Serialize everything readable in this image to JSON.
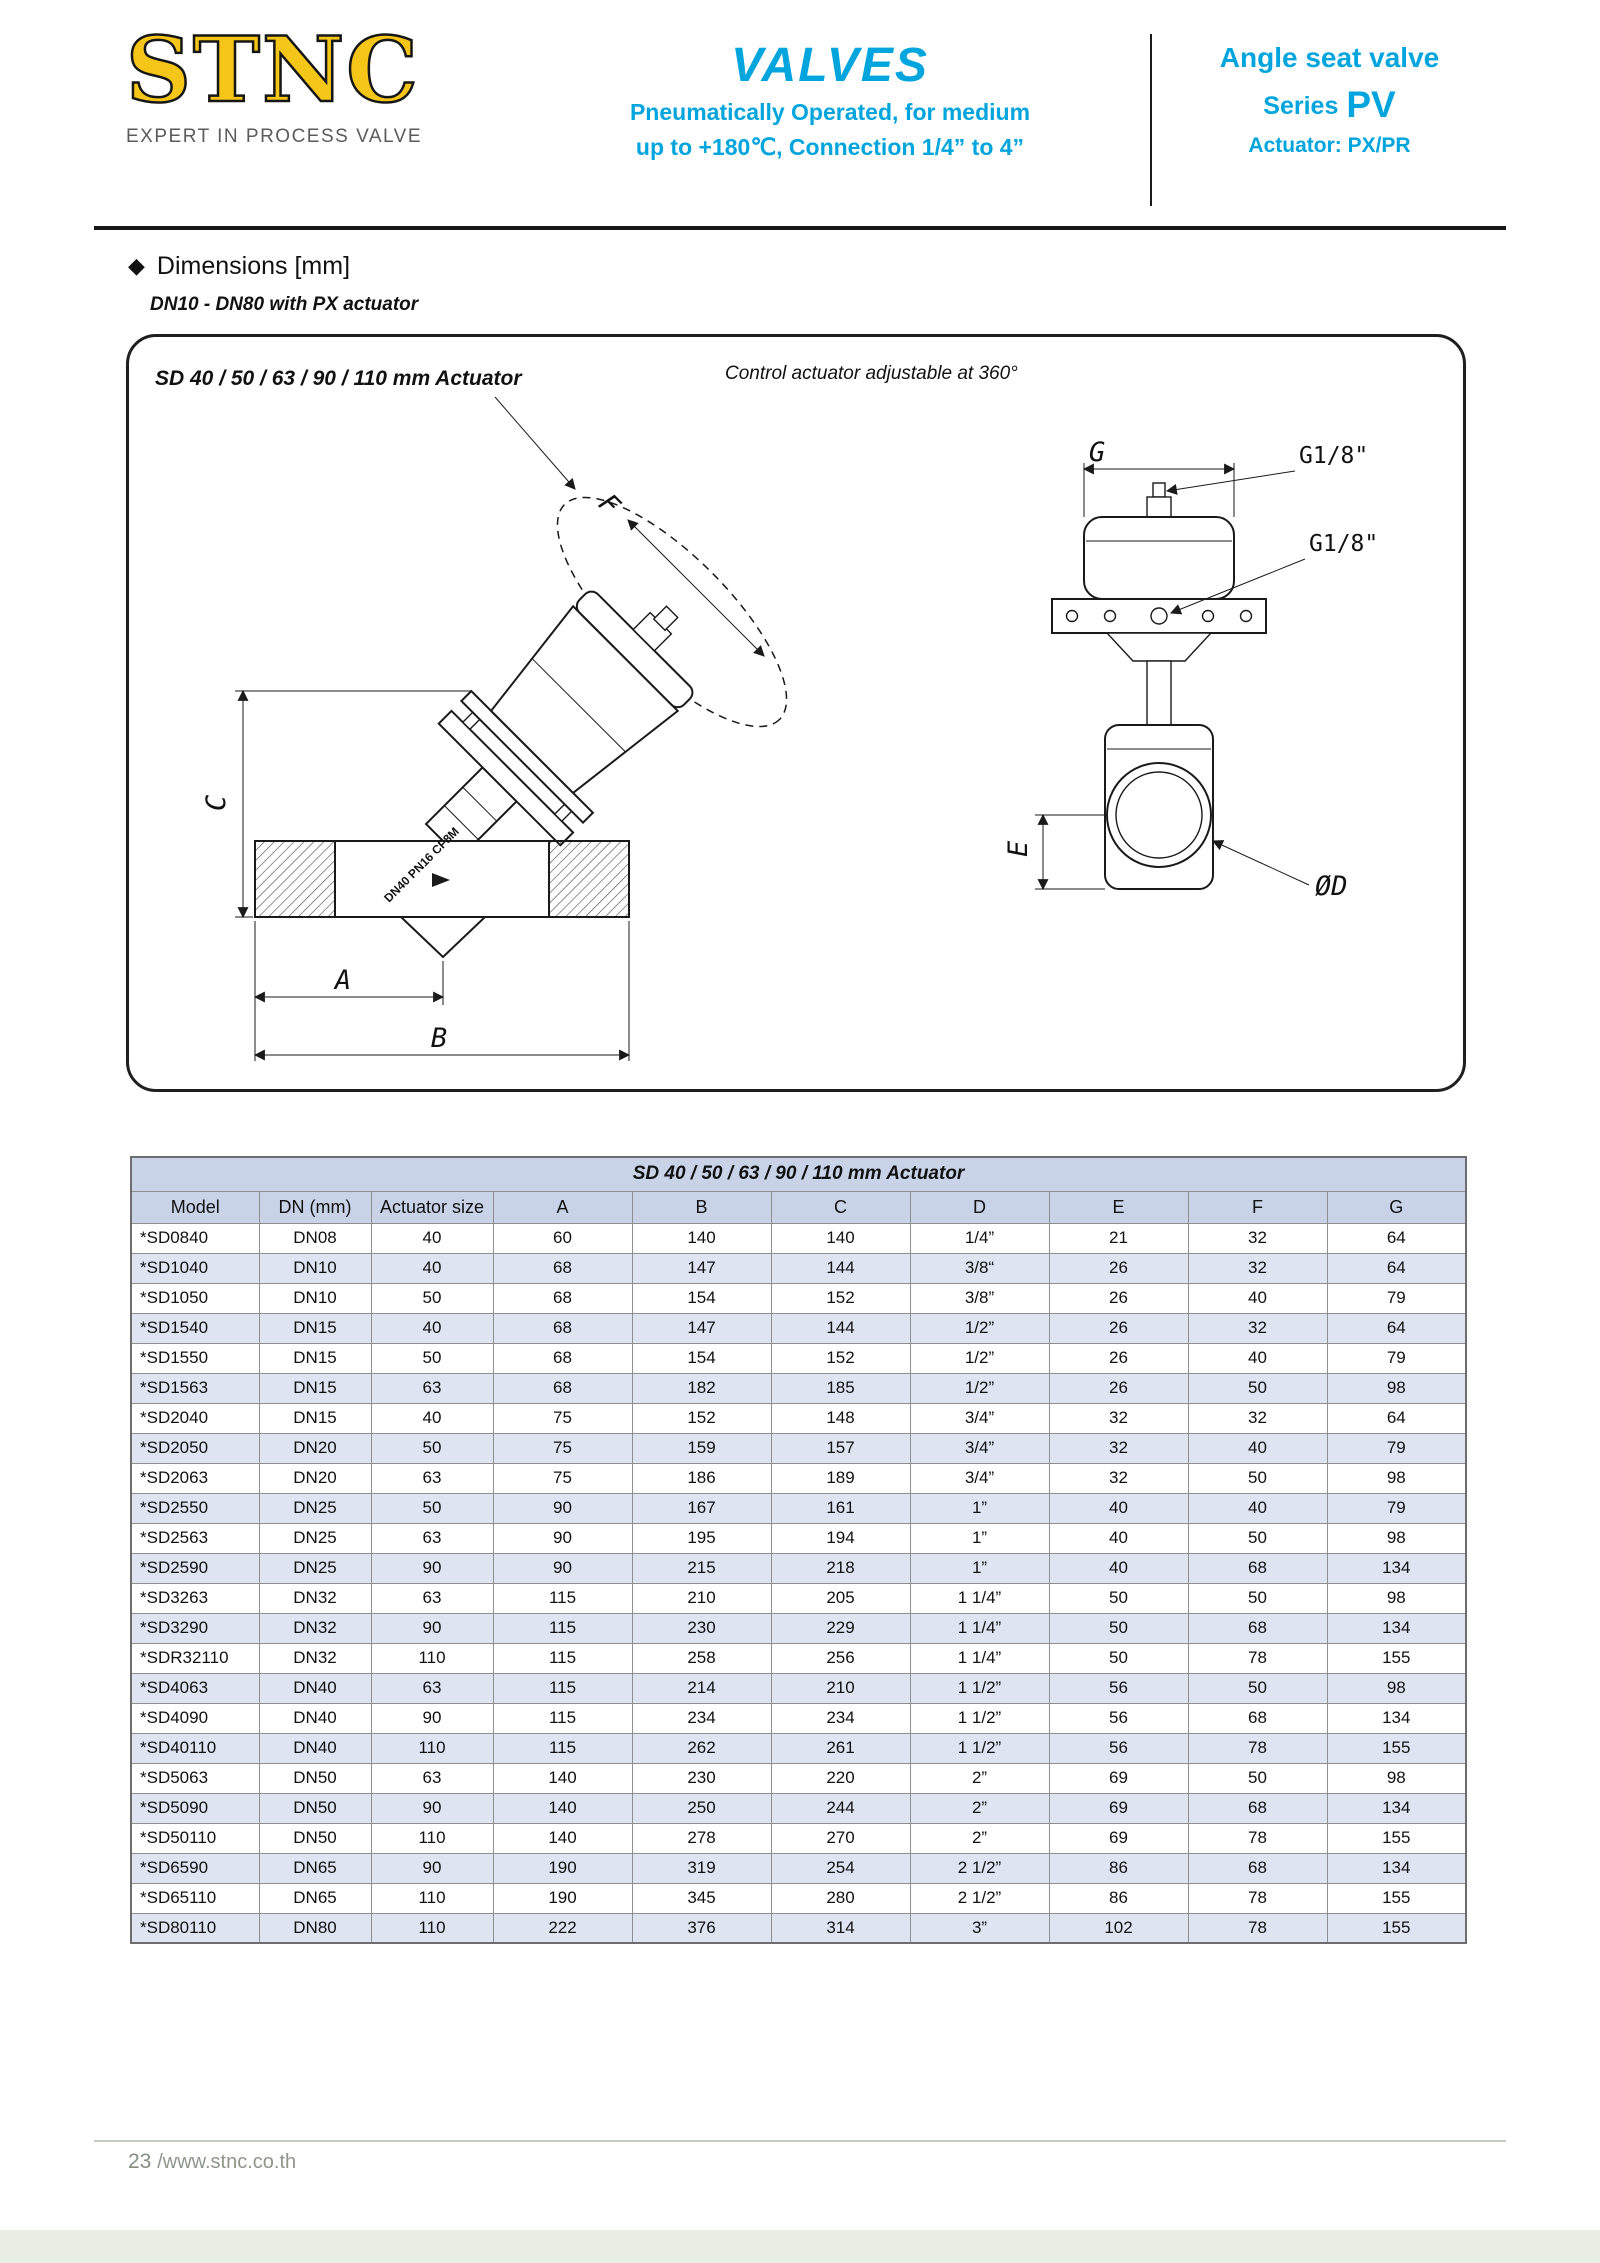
{
  "colors": {
    "accent": "#00a5dd",
    "logo_gold": "#f5c518",
    "table_header_bg": "#c9d3e8",
    "table_alt_bg": "#dee4f2"
  },
  "header": {
    "logo_text": "STNC",
    "logo_tagline": "EXPERT IN PROCESS VALVE",
    "center_title": "VALVES",
    "center_sub1": "Pneumatically Operated, for medium",
    "center_sub2": "up to +180℃, Connection 1/4” to 4”",
    "right_product": "Angle seat valve",
    "right_series_label": "Series",
    "right_series_value": "PV",
    "right_actuator": "Actuator:  PX/PR"
  },
  "section": {
    "bullet": "◆",
    "title": "Dimensions [mm]",
    "subtitle": "DN10 - DN80 with PX  actuator"
  },
  "diagram": {
    "caption": "SD  40 / 50 / 63 / 90 / 110 mm Actuator",
    "note": "Control actuator adjustable at 360°",
    "labels": {
      "F": "F",
      "C": "C",
      "A": "A",
      "B": "B",
      "G": "G",
      "E": "E",
      "diameter": "ØD",
      "port_top": "G1/8\"",
      "port_side": "G1/8\"",
      "body_marking": "DN40 PN16 CF8M"
    }
  },
  "table": {
    "title": "SD 40 / 50 / 63 / 90 / 110 mm Actuator",
    "columns": [
      "Model",
      "DN (mm)",
      "Actuator size",
      "A",
      "B",
      "C",
      "D",
      "E",
      "F",
      "G"
    ],
    "rows": [
      [
        "*SD0840",
        "DN08",
        "40",
        "60",
        "140",
        "140",
        "1/4”",
        "21",
        "32",
        "64"
      ],
      [
        "*SD1040",
        "DN10",
        "40",
        "68",
        "147",
        "144",
        "3/8“",
        "26",
        "32",
        "64"
      ],
      [
        "*SD1050",
        "DN10",
        "50",
        "68",
        "154",
        "152",
        "3/8”",
        "26",
        "40",
        "79"
      ],
      [
        "*SD1540",
        "DN15",
        "40",
        "68",
        "147",
        "144",
        "1/2”",
        "26",
        "32",
        "64"
      ],
      [
        "*SD1550",
        "DN15",
        "50",
        "68",
        "154",
        "152",
        "1/2”",
        "26",
        "40",
        "79"
      ],
      [
        "*SD1563",
        "DN15",
        "63",
        "68",
        "182",
        "185",
        "1/2”",
        "26",
        "50",
        "98"
      ],
      [
        "*SD2040",
        "DN15",
        "40",
        "75",
        "152",
        "148",
        "3/4”",
        "32",
        "32",
        "64"
      ],
      [
        "*SD2050",
        "DN20",
        "50",
        "75",
        "159",
        "157",
        "3/4”",
        "32",
        "40",
        "79"
      ],
      [
        "*SD2063",
        "DN20",
        "63",
        "75",
        "186",
        "189",
        "3/4”",
        "32",
        "50",
        "98"
      ],
      [
        "*SD2550",
        "DN25",
        "50",
        "90",
        "167",
        "161",
        "1”",
        "40",
        "40",
        "79"
      ],
      [
        "*SD2563",
        "DN25",
        "63",
        "90",
        "195",
        "194",
        "1”",
        "40",
        "50",
        "98"
      ],
      [
        "*SD2590",
        "DN25",
        "90",
        "90",
        "215",
        "218",
        "1”",
        "40",
        "68",
        "134"
      ],
      [
        "*SD3263",
        "DN32",
        "63",
        "115",
        "210",
        "205",
        "1 1/4”",
        "50",
        "50",
        "98"
      ],
      [
        "*SD3290",
        "DN32",
        "90",
        "115",
        "230",
        "229",
        "1 1/4”",
        "50",
        "68",
        "134"
      ],
      [
        "*SDR32110",
        "DN32",
        "110",
        "115",
        "258",
        "256",
        "1 1/4”",
        "50",
        "78",
        "155"
      ],
      [
        "*SD4063",
        "DN40",
        "63",
        "115",
        "214",
        "210",
        "1 1/2”",
        "56",
        "50",
        "98"
      ],
      [
        "*SD4090",
        "DN40",
        "90",
        "115",
        "234",
        "234",
        "1 1/2”",
        "56",
        "68",
        "134"
      ],
      [
        "*SD40110",
        "DN40",
        "110",
        "115",
        "262",
        "261",
        "1 1/2”",
        "56",
        "78",
        "155"
      ],
      [
        "*SD5063",
        "DN50",
        "63",
        "140",
        "230",
        "220",
        "2”",
        "69",
        "50",
        "98"
      ],
      [
        "*SD5090",
        "DN50",
        "90",
        "140",
        "250",
        "244",
        "2”",
        "69",
        "68",
        "134"
      ],
      [
        "*SD50110",
        "DN50",
        "110",
        "140",
        "278",
        "270",
        "2”",
        "69",
        "78",
        "155"
      ],
      [
        "*SD6590",
        "DN65",
        "90",
        "190",
        "319",
        "254",
        "2 1/2”",
        "86",
        "68",
        "134"
      ],
      [
        "*SD65110",
        "DN65",
        "110",
        "190",
        "345",
        "280",
        "2 1/2”",
        "86",
        "78",
        "155"
      ],
      [
        "*SD80110",
        "DN80",
        "110",
        "222",
        "376",
        "314",
        "3”",
        "102",
        "78",
        "155"
      ]
    ]
  },
  "footer": {
    "page": "23 ",
    "url": "/www.stnc.co.th"
  }
}
